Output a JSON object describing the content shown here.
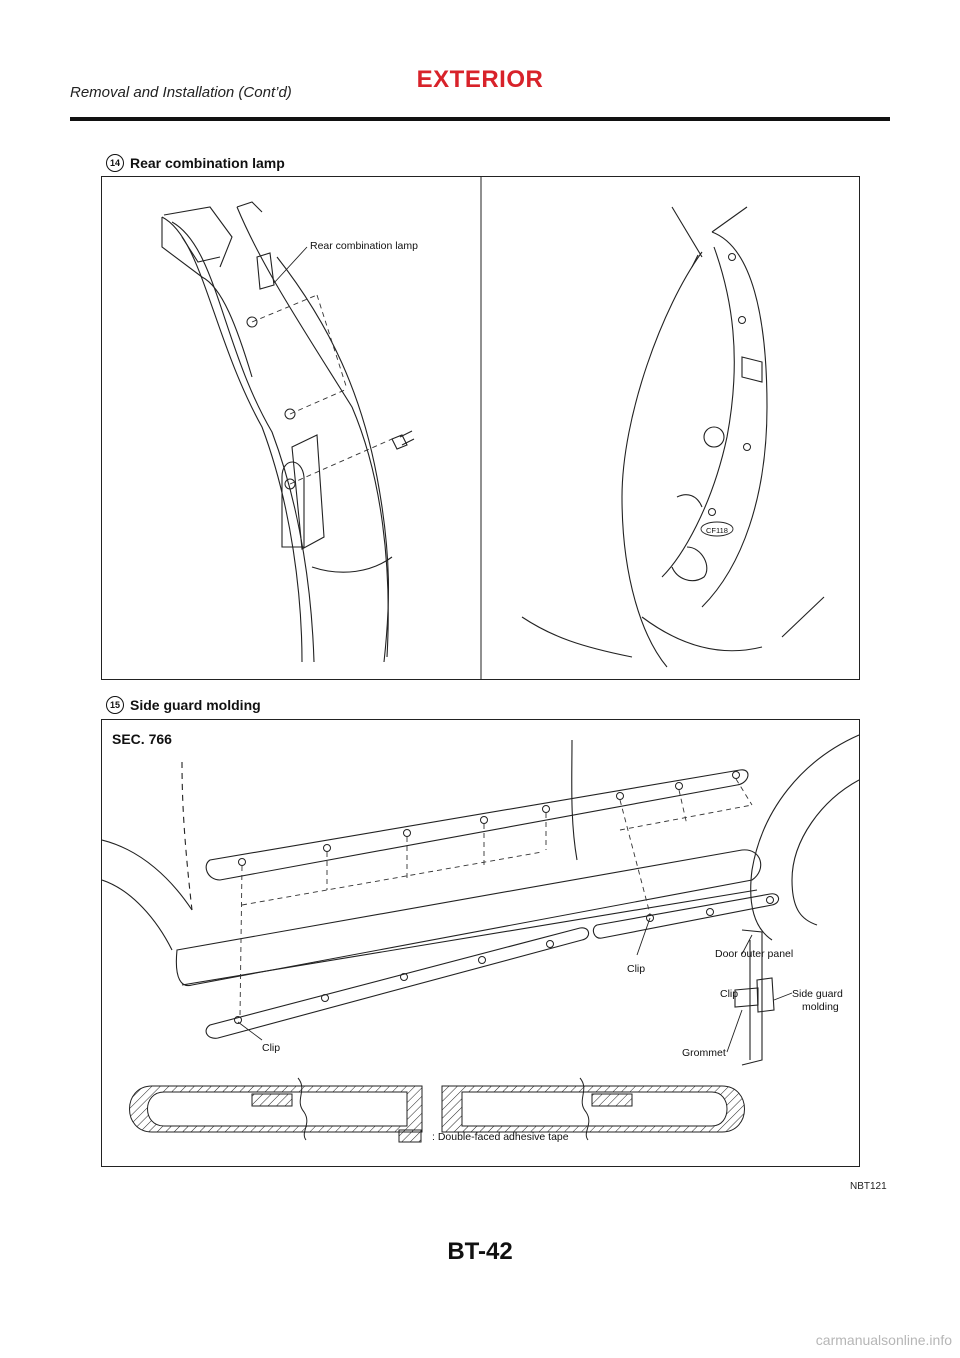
{
  "header": {
    "title": "EXTERIOR",
    "subtitle": "Removal and Installation (Cont’d)"
  },
  "section1": {
    "number": "14",
    "title": "Rear combination lamp",
    "callouts": {
      "lamp": "Rear combination lamp",
      "code": "CF118"
    }
  },
  "section2": {
    "number": "15",
    "title": "Side guard molding",
    "sec_label": "SEC. 766",
    "callouts": {
      "clip_upper": "Clip",
      "clip_lower": "Clip",
      "door_outer_panel": "Door outer panel",
      "clip_detail": "Clip",
      "side_guard_molding_1": "Side guard",
      "side_guard_molding_2": "molding",
      "grommet": "Grommet",
      "legend": ": Double-faced adhesive tape"
    }
  },
  "figure_code": "NBT121",
  "page_number": "BT-42",
  "watermark": "carmanualsonline.info"
}
